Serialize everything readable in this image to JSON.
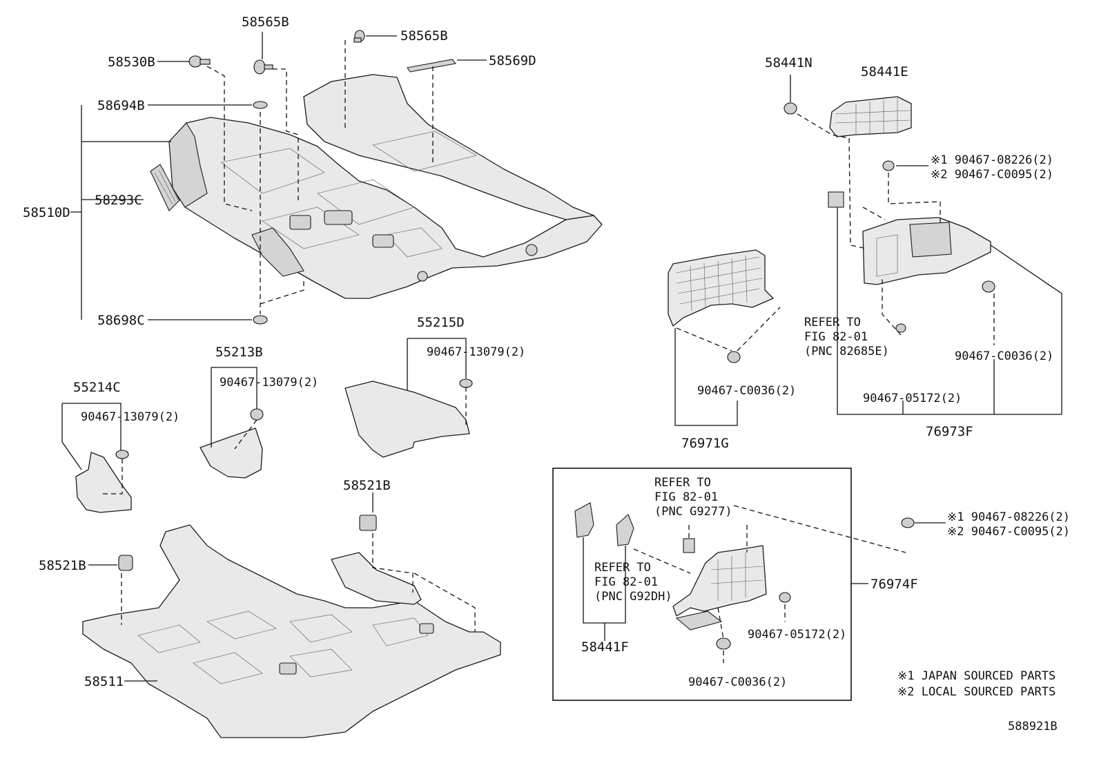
{
  "labels": {
    "p58565B_top": "58565B",
    "p58565B_right": "58565B",
    "p58530B": "58530B",
    "p58569D": "58569D",
    "p58694B": "58694B",
    "p58293C": "58293C",
    "p58510D": "58510D",
    "p58698C": "58698C",
    "p55215D": "55215D",
    "p55213B": "55213B",
    "p55214C": "55214C",
    "c13079_55215D": "90467-13079(2)",
    "c13079_55213B": "90467-13079(2)",
    "c13079_55214C": "90467-13079(2)",
    "p58521B_top": "58521B",
    "p58521B_left": "58521B",
    "p58511": "58511",
    "p58441N": "58441N",
    "p58441E": "58441E",
    "c08226_a": "※1 90467-08226(2)",
    "c0095_a": "※2 90467-C0095(2)",
    "refer_a1": "REFER TO",
    "refer_a2": "FIG 82-01",
    "refer_a3": "(PNC 82685E)",
    "c0036_a": "90467-C0036(2)",
    "c05172_a": "90467-05172(2)",
    "p76973F": "76973F",
    "c0036_b": "90467-C0036(2)",
    "p76971G": "76971G",
    "refer_b1": "REFER TO",
    "refer_b2": "FIG 82-01",
    "refer_b3": "(PNC G9277)",
    "refer_c1": "REFER TO",
    "refer_c2": "FIG 82-01",
    "refer_c3": "(PNC G92DH)",
    "p58441F": "58441F",
    "c05172_b": "90467-05172(2)",
    "c0036_c": "90467-C0036(2)",
    "p76974F": "76974F",
    "c08226_b": "※1 90467-08226(2)",
    "c0095_b": "※2 90467-C0095(2)",
    "note1": "※1 JAPAN SOURCED PARTS",
    "note2": "※2 LOCAL SOURCED PARTS",
    "figure_id": "588921B"
  }
}
